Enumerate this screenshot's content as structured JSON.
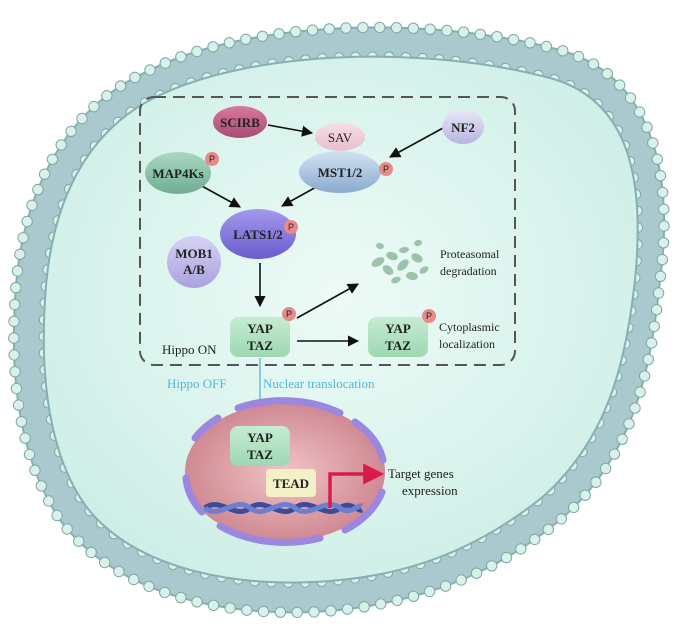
{
  "colors": {
    "membrane": "#a9c9cf",
    "lipid_head": "#d9f1e9",
    "cytoplasm": "#d6f2ec",
    "nucleus": "#d99aa5",
    "nuclear_envelope": "#9b86e0",
    "phospho": "#e88a8a",
    "arrow_red": "#d81b4b",
    "cyan_text": "#4fb6d8"
  },
  "nodes": {
    "scirb": "SCIRB",
    "sav": "SAV",
    "nf2": "NF2",
    "map4ks": "MAP4Ks",
    "mst12": "MST1/2",
    "lats12": "LATS1/2",
    "mob1_line1": "MOB1",
    "mob1_line2": "A/B",
    "yap": "YAP",
    "taz": "TAZ",
    "tead": "TEAD",
    "phospho": "P"
  },
  "labels": {
    "proteasomal_line1": "Proteasomal",
    "proteasomal_line2": "degradation",
    "cytoplasmic_line1": "Cytoplasmic",
    "cytoplasmic_line2": "localization",
    "hippo_on": "Hippo ON",
    "hippo_off": "Hippo OFF",
    "nuclear_translocation": "Nuclear translocation",
    "target_line1": "Target genes",
    "target_line2": "expression"
  }
}
